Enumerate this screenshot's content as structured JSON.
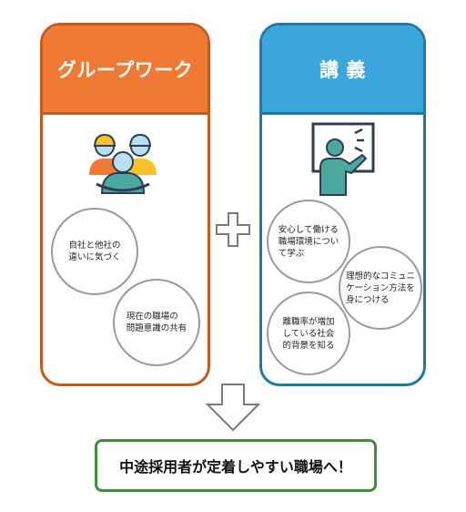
{
  "group_work": {
    "title": "グループワーク",
    "points": [
      "自社と他社の\n違いに気づく",
      "現在の職場の\n問題意識の共有"
    ]
  },
  "lecture": {
    "title": "講 義",
    "points": [
      "安心して働ける\n職場環境につい\nて学ぶ",
      "理想的なコミュニ\nケーション方法を\n身につける",
      "離職率が増加\nしている社会\n的背景を知る"
    ]
  },
  "result": "中途採用者が定着しやすい職場へ！",
  "icons": {
    "group": "group-people-icon",
    "teacher": "teacher-board-icon",
    "plus": "plus-icon",
    "arrow": "down-arrow-icon"
  },
  "colors": {
    "orange": "#ee7a33",
    "blue": "#3aa6dc",
    "green": "#3f8f3b"
  }
}
